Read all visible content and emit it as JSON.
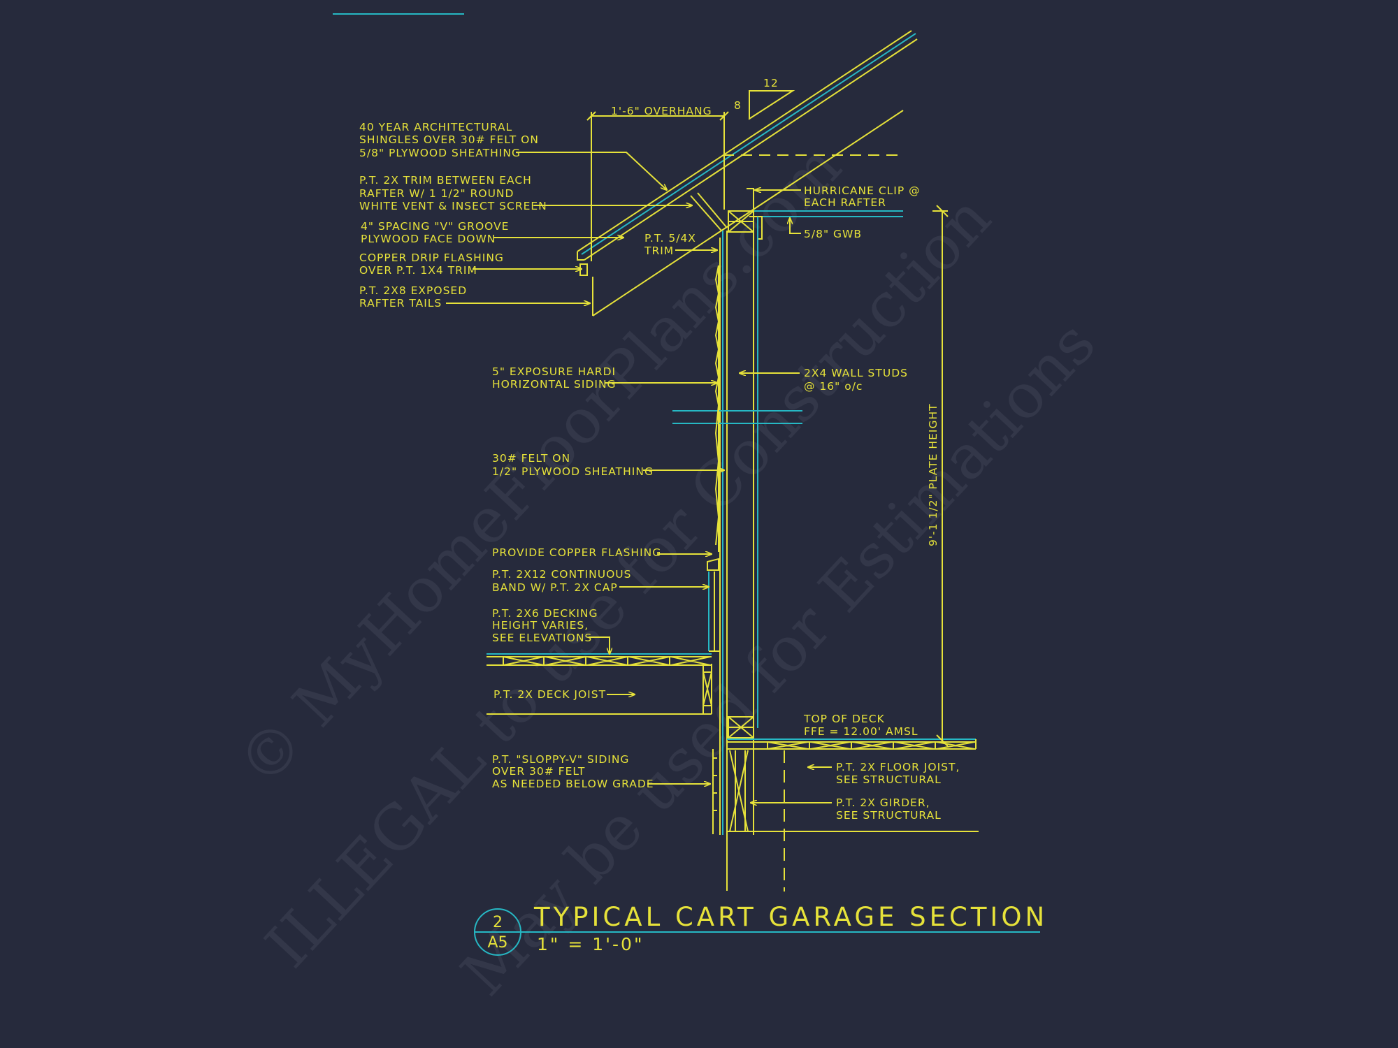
{
  "watermark": {
    "line1": "© MyHomeFloorPlans.com",
    "line2": "ILLEGAL to use for Construction",
    "line3": "May be used for Estimations"
  },
  "drawing": {
    "title": "TYPICAL CART GARAGE SECTION",
    "scale": "1\" = 1'-0\"",
    "detail_number": "2",
    "sheet_number": "A5",
    "slope_rise": "8",
    "slope_run": "12",
    "overhang_dimension": "1'-6\" OVERHANG",
    "plate_height_dimension": "9'-1 1/2\" PLATE HEIGHT",
    "colors": {
      "background": "#262a3c",
      "linework": "#e6e23a",
      "accent": "#26b8c4"
    }
  },
  "notes": {
    "shingles": [
      "40 YEAR ARCHITECTURAL",
      "SHINGLES OVER 30# FELT ON",
      "5/8\" PLYWOOD SHEATHING"
    ],
    "trim_vent": [
      "P.T. 2X TRIM BETWEEN EACH",
      "RAFTER W/ 1 1/2\" ROUND",
      "WHITE VENT & INSECT SCREEN"
    ],
    "plywood_groove": [
      "4\" SPACING \"V\" GROOVE",
      "PLYWOOD FACE DOWN"
    ],
    "drip_flashing": [
      "COPPER DRIP FLASHING",
      "OVER P.T. 1X4 TRIM"
    ],
    "rafter_tails": [
      "P.T. 2X8 EXPOSED",
      "RAFTER TAILS"
    ],
    "trim_54": [
      "P.T. 5/4X",
      "TRIM"
    ],
    "hurricane_clip": [
      "HURRICANE CLIP @",
      "EACH RAFTER"
    ],
    "gwb": [
      "5/8\" GWB"
    ],
    "hardi_siding": [
      "5\" EXPOSURE HARDI",
      "HORIZONTAL SIDING"
    ],
    "wall_studs": [
      "2X4 WALL STUDS",
      "@ 16\" o/c"
    ],
    "felt_sheathing": [
      "30# FELT ON",
      "1/2\" PLYWOOD SHEATHING"
    ],
    "copper_flashing": [
      "PROVIDE COPPER FLASHING"
    ],
    "band": [
      "P.T. 2X12 CONTINUOUS",
      "BAND W/ P.T. 2X CAP"
    ],
    "decking": [
      "P.T. 2X6 DECKING",
      "HEIGHT VARIES,",
      "SEE ELEVATIONS"
    ],
    "deck_joist": [
      "P.T. 2X DECK JOIST"
    ],
    "top_of_deck": [
      "TOP OF DECK",
      "FFE = 12.00' AMSL"
    ],
    "sloppy_v": [
      "P.T. \"SLOPPY-V\" SIDING",
      "OVER 30# FELT",
      "AS NEEDED BELOW GRADE"
    ],
    "floor_joist": [
      "P.T. 2X FLOOR JOIST,",
      "SEE STRUCTURAL"
    ],
    "girder": [
      "P.T. 2X GIRDER,",
      "SEE STRUCTURAL"
    ]
  }
}
